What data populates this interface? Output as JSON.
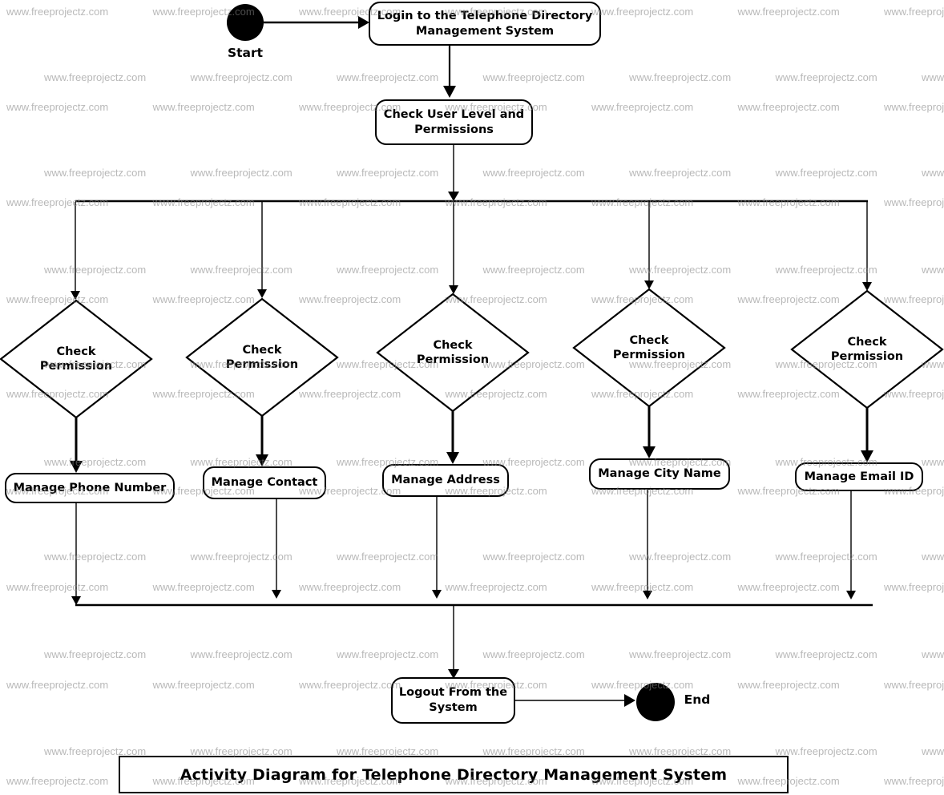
{
  "title": "Activity Diagram for Telephone Directory Management System",
  "watermark": {
    "text": "www.freeprojectz.com"
  },
  "colors": {
    "line": "#000000",
    "text": "#000000",
    "background": "#ffffff",
    "watermark": "#868686"
  },
  "nodes": {
    "start": {
      "label": "Start"
    },
    "login": {
      "lines": [
        "Login to the Telephone Directory",
        "Management System"
      ]
    },
    "check_user": {
      "lines": [
        "Check User Level and",
        "Permissions"
      ]
    },
    "decision_phone": {
      "lines": [
        "Check",
        "Permission"
      ]
    },
    "decision_contact": {
      "lines": [
        "Check",
        "Permission"
      ]
    },
    "decision_address": {
      "lines": [
        "Check",
        "Permission"
      ]
    },
    "decision_city": {
      "lines": [
        "Check",
        "Permission"
      ]
    },
    "decision_email": {
      "lines": [
        "Check",
        "Permission"
      ]
    },
    "manage_phone": {
      "label": "Manage Phone Number"
    },
    "manage_contact": {
      "label": "Manage Contact"
    },
    "manage_address": {
      "label": "Manage Address"
    },
    "manage_city": {
      "label": "Manage City Name"
    },
    "manage_email": {
      "label": "Manage Email ID"
    },
    "logout": {
      "lines": [
        "Logout From the",
        "System"
      ]
    },
    "end": {
      "label": "End"
    }
  }
}
